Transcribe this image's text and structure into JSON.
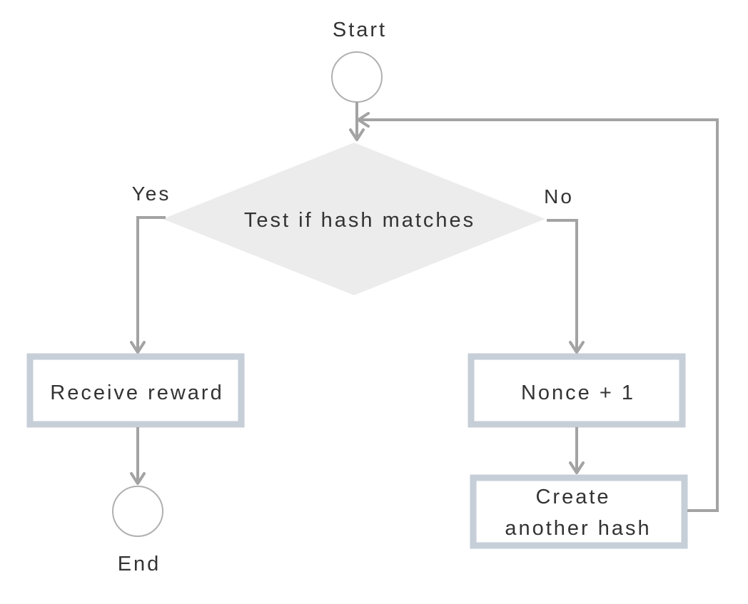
{
  "nodes": {
    "start": "Start",
    "decision": "Test if hash matches",
    "yes": "Yes",
    "no": "No",
    "receive_reward": "Receive reward",
    "nonce": "Nonce + 1",
    "create_line1": "Create",
    "create_line2": "another hash",
    "end": "End"
  },
  "colors": {
    "connector": "#a3a3a3",
    "box_border": "#c6ced8",
    "diamond_fill": "#ececec",
    "circle_stroke": "#b0b0b0",
    "text": "#333333"
  }
}
